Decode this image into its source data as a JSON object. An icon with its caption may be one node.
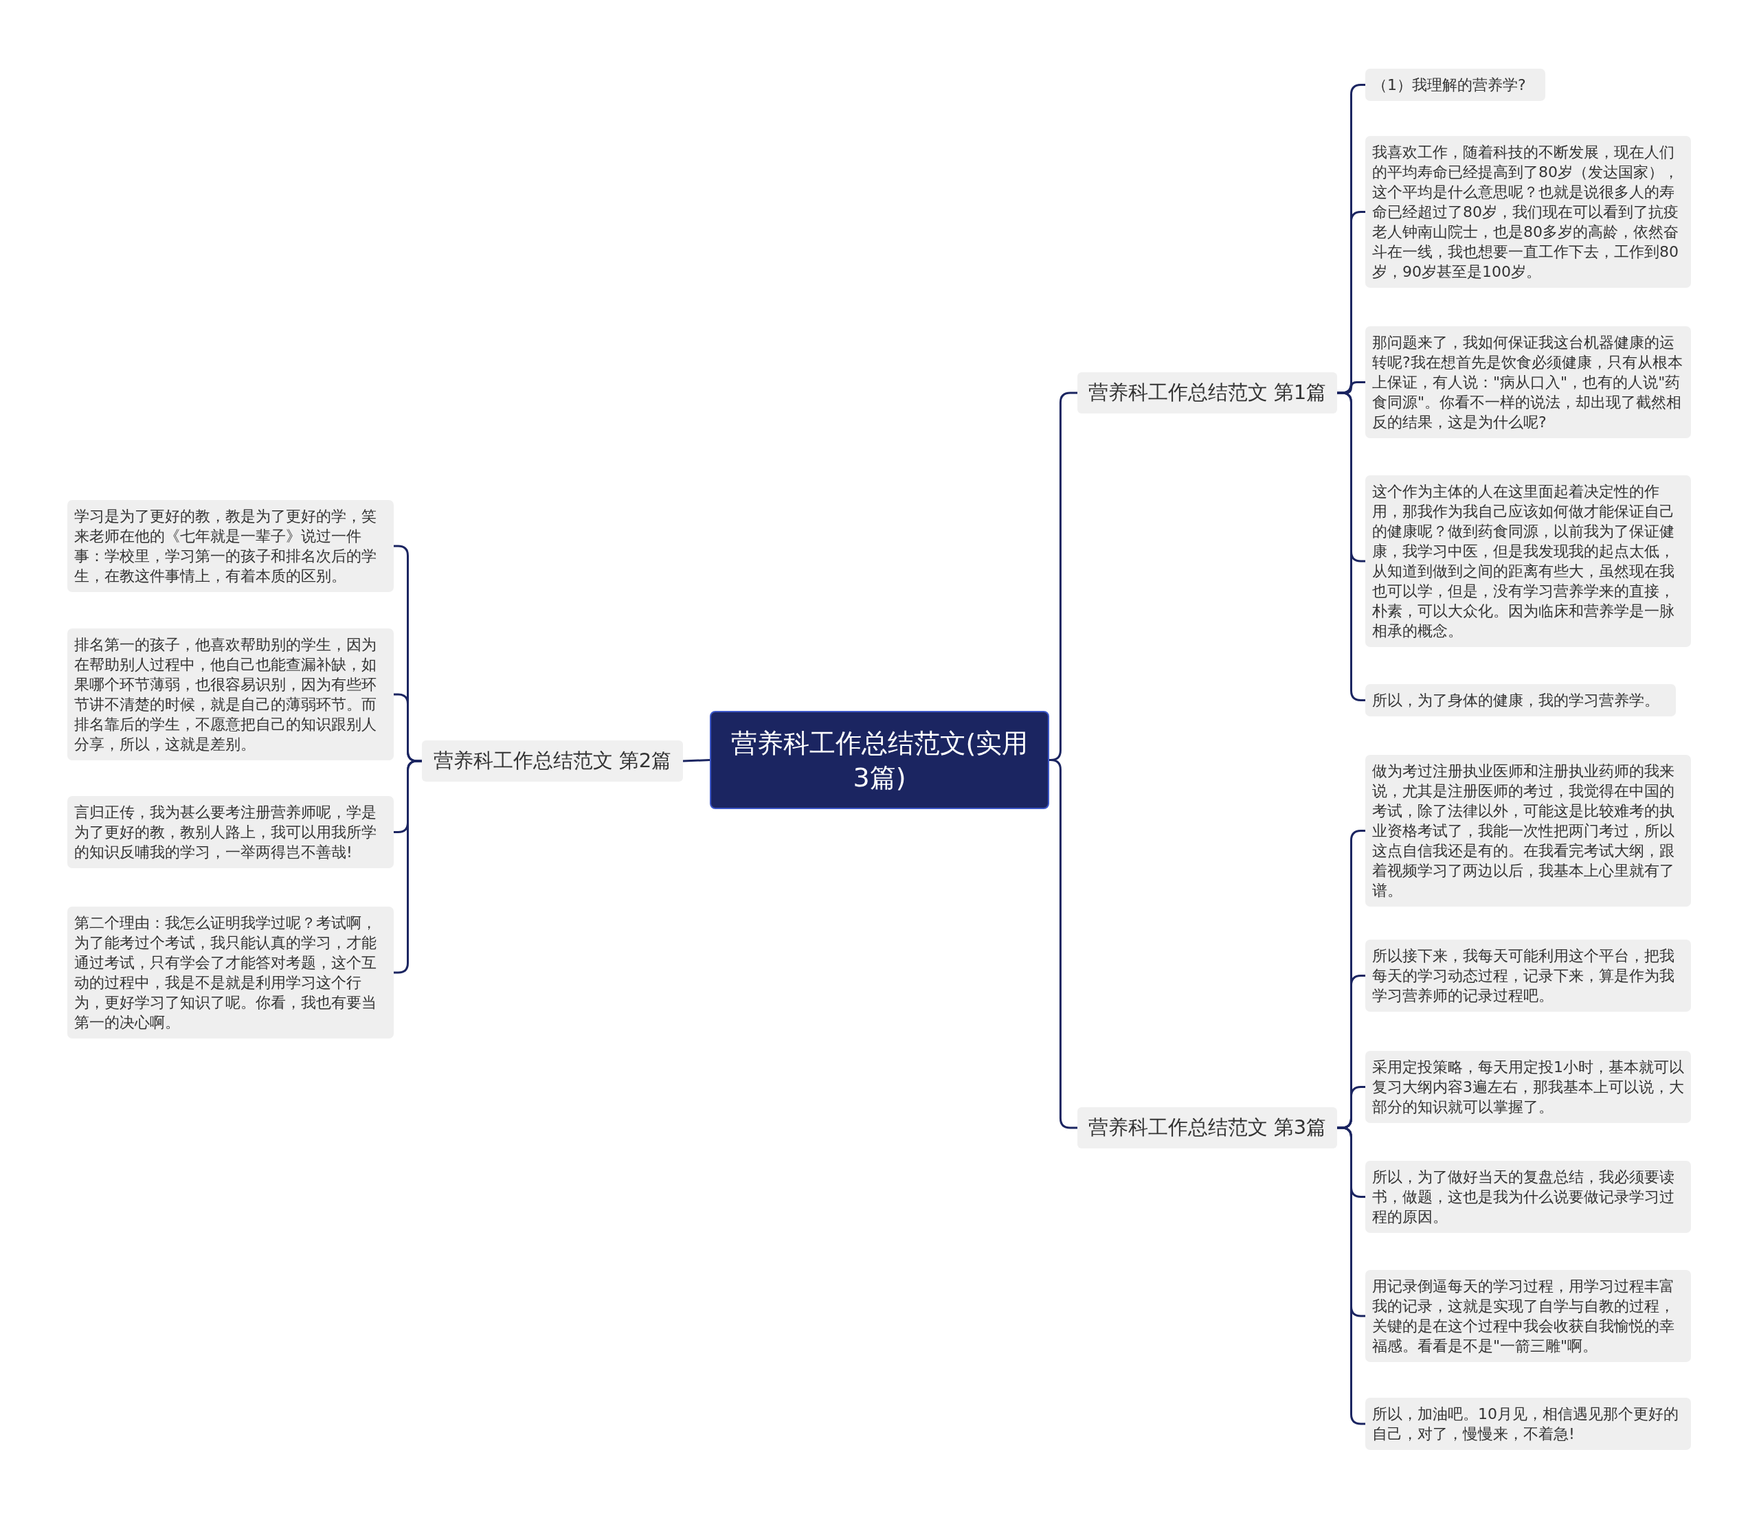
{
  "diagram": {
    "nodes": [
      {
        "text": [
          "营养科工作总结范文(实用3篇)"
        ]
      },
      {
        "text": [
          "营养科工作总结范文 第1篇"
        ]
      },
      {
        "text": [
          "（1）我理解的营养学?"
        ]
      },
      {
        "text": [
          "我喜欢工作，随着科技的不断发展，现在人们的平均寿命已经提高到了80岁（发达国家），这个平均是什么意思呢？也就是说很多人的寿命已经超过了80岁，我们现在可以看到了抗疫老人钟南山院士，也是80多岁的高龄，依然奋斗在一线，我也想要一直工作下去，工作到80岁，90岁甚至是100岁。"
        ]
      },
      {
        "text": [
          "那问题来了，我如何保证我这台机器健康的运转呢?我在想首先是饮食必须健康，只有从根本上保证，有人说：\"病从口入\"，也有的人说\"药食同源\"。你看不一样的说法，却出现了截然相反的结果，这是为什么呢?"
        ]
      },
      {
        "text": [
          "这个作为主体的人在这里面起着决定性的作用，那我作为我自己应该如何做才能保证自己的健康呢？做到药食同源，以前我为了保证健康，我学习中医，但是我发现我的起点太低，从知道到做到之间的距离有些大，虽然现在我也可以学，但是，没有学习营养学来的直接，朴素，可以大众化。因为临床和营养学是一脉相承的概念。"
        ]
      },
      {
        "text": [
          "所以，为了身体的健康，我的学习营养学。"
        ]
      },
      {
        "text": [
          "营养科工作总结范文 第2篇"
        ]
      },
      {
        "text": [
          "学习是为了更好的教，教是为了更好的学，笑来老师在他的《七年就是一辈子》说过一件事：学校里，学习第一的孩子和排名次后的学生，在教这件事情上，有着本质的区别。"
        ]
      },
      {
        "text": [
          "排名第一的孩子，他喜欢帮助别的学生，因为在帮助别人过程中，他自己也能查漏补缺，如果哪个环节薄弱，也很容易识别，因为有些环节讲不清楚的时候，就是自己的薄弱环节。而排名靠后的学生，不愿意把自己的知识跟别人分享，所以，这就是差别。"
        ]
      },
      {
        "text": [
          "言归正传，我为甚么要考注册营养师呢，学是为了更好的教，教别人路上，我可以用我所学的知识反哺我的学习，一举两得岂不善哉!"
        ]
      },
      {
        "text": [
          "第二个理由：我怎么证明我学过呢？考试啊，为了能考过个考试，我只能认真的学习，才能通过考试，只有学会了才能答对考题，这个互动的过程中，我是不是就是利用学习这个行为，更好学习了知识了呢。你看，我也有要当第一的决心啊。"
        ]
      },
      {
        "text": [
          "营养科工作总结范文 第3篇"
        ]
      },
      {
        "text": [
          "做为考过注册执业医师和注册执业药师的我来说，尤其是注册医师的考过，我觉得在中国的考试，除了法律以外，可能这是比较难考的执业资格考试了，我能一次性把两门考过，所以这点自信我还是有的。在我看完考试大纲，跟着视频学习了两边以后，我基本上心里就有了谱。"
        ]
      },
      {
        "text": [
          "所以接下来，我每天可能利用这个平台，把我每天的学习动态过程，记录下来，算是作为我学习营养师的记录过程吧。"
        ]
      },
      {
        "text": [
          "采用定投策略，每天用定投1小时，基本就可以复习大纲内容3遍左右，那我基本上可以说，大部分的知识就可以掌握了。"
        ]
      },
      {
        "text": [
          "所以，为了做好当天的复盘总结，我必须要读书，做题，这也是我为什么说要做记录学习过程的原因。"
        ]
      },
      {
        "text": [
          "用记录倒逼每天的学习过程，用学习过程丰富我的记录，这就是实现了自学与自教的过程，关键的是在这个过程中我会收获自我愉悦的幸福感。看看是不是\"一箭三雕\"啊。"
        ]
      },
      {
        "text": [
          "所以，加油吧。10月见，相信遇见那个更好的自己，对了，慢慢来，不着急!"
        ]
      }
    ],
    "edges": [
      {
        "from": 0,
        "to": 1,
        "arrow": "none"
      },
      {
        "from": 0,
        "to": 7,
        "arrow": "none"
      },
      {
        "from": 0,
        "to": 12,
        "arrow": "none"
      },
      {
        "from": 1,
        "to": 2,
        "arrow": "none"
      },
      {
        "from": 1,
        "to": 3,
        "arrow": "none"
      },
      {
        "from": 1,
        "to": 4,
        "arrow": "none"
      },
      {
        "from": 1,
        "to": 5,
        "arrow": "none"
      },
      {
        "from": 1,
        "to": 6,
        "arrow": "none"
      },
      {
        "from": 7,
        "to": 8,
        "arrow": "none"
      },
      {
        "from": 7,
        "to": 9,
        "arrow": "none"
      },
      {
        "from": 7,
        "to": 10,
        "arrow": "none"
      },
      {
        "from": 7,
        "to": 11,
        "arrow": "none"
      },
      {
        "from": 12,
        "to": 13,
        "arrow": "none"
      },
      {
        "from": 12,
        "to": 14,
        "arrow": "none"
      },
      {
        "from": 12,
        "to": 15,
        "arrow": "none"
      },
      {
        "from": 12,
        "to": 16,
        "arrow": "none"
      },
      {
        "from": 12,
        "to": 17,
        "arrow": "none"
      },
      {
        "from": 12,
        "to": 18,
        "arrow": "none"
      }
    ]
  }
}
